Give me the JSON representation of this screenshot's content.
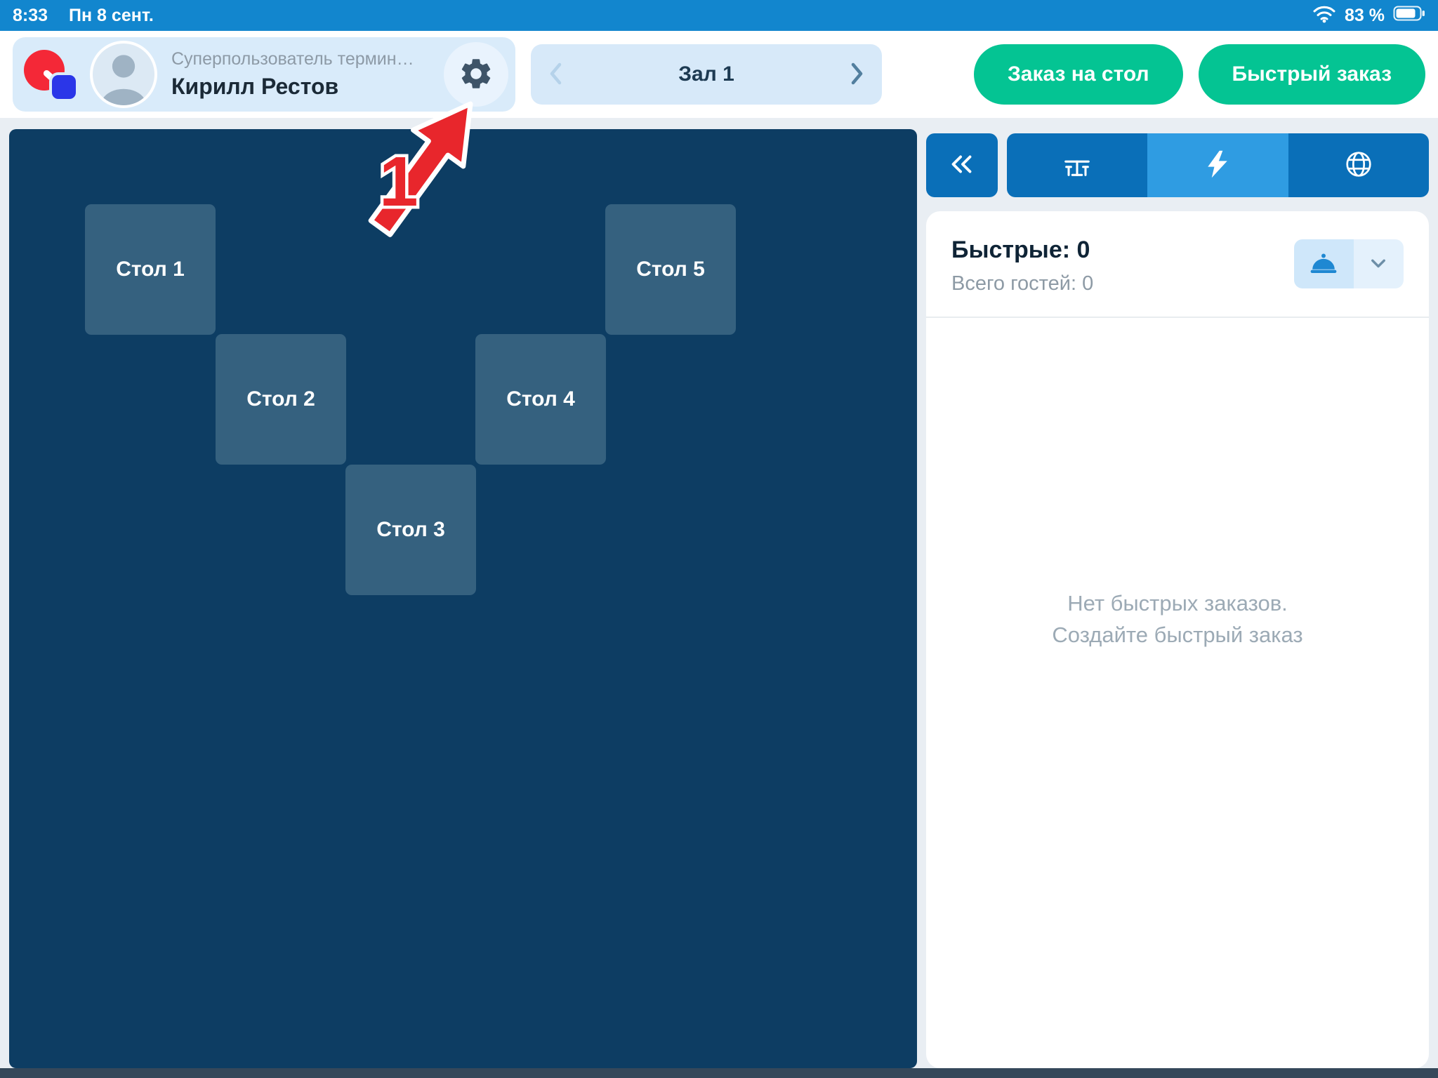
{
  "status_bar": {
    "time": "8:33",
    "date": "Пн 8 сент.",
    "battery_level": "83 %"
  },
  "header": {
    "user_role": "Суперпользователь термин…",
    "user_name": "Кирилл Рестов",
    "hall": {
      "label": "Зал 1"
    },
    "buttons": {
      "table_order": "Заказ на стол",
      "quick_order": "Быстрый заказ"
    }
  },
  "annotation": {
    "step_number": "1"
  },
  "floor_plan": {
    "tables": [
      {
        "label": "Стол 1"
      },
      {
        "label": "Стол 2"
      },
      {
        "label": "Стол 3"
      },
      {
        "label": "Стол 4"
      },
      {
        "label": "Стол 5"
      }
    ]
  },
  "side_panel": {
    "quick_orders_title": "Быстрые: 0",
    "guests_total": "Всего гостей: 0",
    "empty_state": {
      "line1": "Нет быстрых заказов.",
      "line2": "Создайте быстрый заказ"
    }
  },
  "icons": {
    "wifi": "wifi-icon",
    "battery": "battery-icon",
    "settings": "gear-icon",
    "hall_prev": "chevron-left-icon",
    "hall_next": "chevron-right-icon",
    "collapse_panel": "double-chevron-left-icon",
    "halls_view": "tables-icon",
    "quick_orders_view": "lightning-icon",
    "delivery_view": "globe-icon",
    "serve": "cloche-icon",
    "expand": "chevron-down-icon",
    "annotation_pointer": "red-arrow-icon"
  },
  "colors": {
    "status_bar_blue": "#1286ce",
    "accent_green": "#04c493",
    "floor_background": "#0d3d63",
    "table_background": "#35617f",
    "panel_blue": "#0a6fb8",
    "panel_blue_active": "#2f9ce2",
    "light_blue_chip": "#d7e9f9",
    "annotation_red": "#e8262c"
  }
}
